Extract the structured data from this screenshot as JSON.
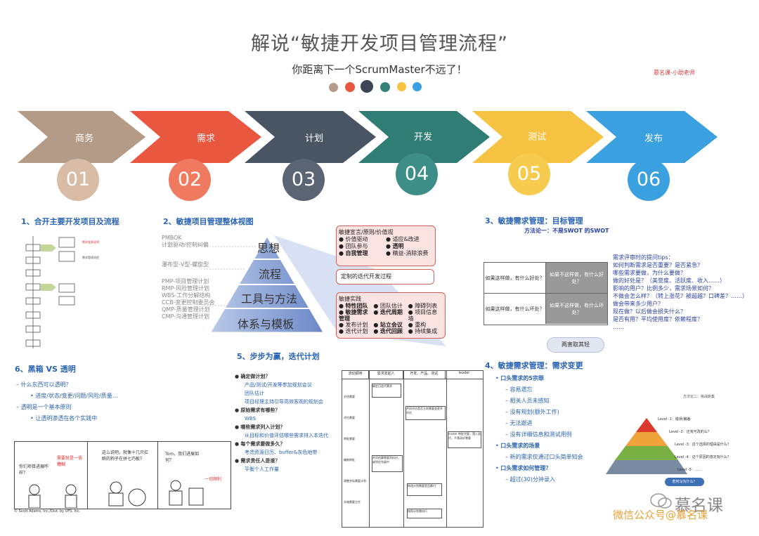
{
  "title": "解说“敏捷开发项目管理流程”",
  "subtitle": "你距离下一个ScrumMaster不远了！",
  "brand": "慕名课-小助老师",
  "colors": [
    "#b49b87",
    "#e9573f",
    "#3c4654",
    "#36807a",
    "#f5c242",
    "#3aa0e0"
  ],
  "stages": [
    {
      "label": "商务",
      "num": "01",
      "color": "#b49b87"
    },
    {
      "label": "需求",
      "num": "02",
      "color": "#e9573f"
    },
    {
      "label": "计划",
      "num": "03",
      "color": "#4a5563"
    },
    {
      "label": "开发",
      "num": "04",
      "color": "#2f7d75"
    },
    {
      "label": "测试",
      "num": "05",
      "color": "#f5c242"
    },
    {
      "label": "发布",
      "num": "06",
      "color": "#3aa0e0"
    }
  ],
  "sections": {
    "s1": "1、合开主要开发项目及流程",
    "s2": "2、敏捷项目管理整体视图",
    "s3": "3、敏捷需求管理：目标管理",
    "s3sub": "方法论一：不是SWOT 的SWOT",
    "s4": "4、敏捷需求管理：需求变更",
    "s5": "5、步步为赢，迭代计划",
    "s6": "6、黑箱 VS 透明"
  },
  "pyramid": {
    "left_labels": [
      "PMBOK",
      "计划驱动/控制纠偏",
      "瀑布型-V型-螺旋型",
      "PMP-项目管理计划",
      "RMP-风险管理计划",
      "WBS-工作分解结构",
      "CCB-变更控制委员会",
      "QMP-质量管理计划",
      "CMP-沟通管理计划"
    ],
    "layers": [
      "思想",
      "流程",
      "工具与方法",
      "体系与模板"
    ],
    "box1_title": "敏捷宣言/原则/价值观",
    "box1_items": [
      "价值驱动",
      "适应&改进",
      "团队参与",
      "透明",
      "自我管理",
      "精益-消除浪费"
    ],
    "box2": "定制的迭代开发过程",
    "box3_title": "敏捷实践",
    "box3_items": [
      "特性团队",
      "团队估计",
      "障碍列表",
      "敏捷需求管理",
      "迭代周期",
      "项目信息墙",
      "发布计划",
      "站立会议",
      "重构",
      "迭代计划",
      "迭代回顾",
      "持续集成"
    ]
  },
  "swot": {
    "cells": [
      "如果这样做，有什么好处？",
      "如果不这样做，有什么好处？",
      "如果这样做，有什么坏处？",
      "如果不这样做，有什么坏处？"
    ],
    "cloud": "两害取其轻"
  },
  "tips": [
    "需求评审时的提问tips：",
    "如何判断需求是否重要？是否紧急？",
    "哪些需求要做，为什么要做？",
    "做的好处是？（美誉度、活跃度、收入……）",
    "影响的用户？比例多少，需求场景如何？",
    "不做会怎么样？（转上涨花？被超越？口碑差？……）",
    "做会带来多少用户？",
    "现在做？以后做会损失什么？",
    "是否有用？平均使用度？依赖程度？",
    "……"
  ],
  "req_change": [
    "口头需求的5宗罪",
    "容易遗忘",
    "相关人员未感知",
    "没有规划(额外工作)",
    "无法跟进",
    "没有详细信息和测试用例",
    "口头需求的场景",
    "新的需求仅通过口头简单知会",
    "口头需求如何管理？",
    "超过(30)分钟录入"
  ],
  "iteration": [
    "确定做计划？",
    "产品/测试/开发等参加规划会议",
    "团队估计",
    "项目经理主持引导高效客观的规划会",
    "原始需求有哪些？",
    "WBS",
    "哪些需求列入计划？",
    "从目标和价值评估哪些需求排入本迭代",
    "每个需求要做多久？",
    "考虑资源日历、buffer&灰色地带",
    "需求责任人是谁？",
    "平衡个人工作量"
  ],
  "flow_header": [
    "流动顺序",
    "需求发起人",
    "开发、产品、测试",
    "leader"
  ],
  "flow_steps": [
    "交给需要",
    "评估需要",
    "审批需要",
    "编制审批",
    "调整并标需要计划",
    "实施需要主任"
  ],
  "flow_boxes": [
    "确定日迭代需求",
    "共同评估是否立刻需要变更并评估",
    "leader 审批完要，落入迭代，不落选好需要",
    "共同估算需要资料对，或则优先级中",
    "修改计划需要是否都付",
    "按照计划需执行"
  ],
  "blackbox": [
    "什么东西可以透明？",
    "进度/状态/变更/问题/风险/质量…",
    "透明是一个基本原则",
    "让透明渗透在各个实践中"
  ],
  "comic": {
    "left": "你们项目进展咋样？",
    "right": "需要就是一悟糟糊",
    "mid": "这么说吧。就像十几只扛醉的狗子在拼七巧板？",
    "tom": "Tom，我们进展如何？",
    "tom2": "一切顺利",
    "credit": "© Scott Adams, Inc./Dist. by UFS, Inc."
  },
  "pyramid2": {
    "title": "方法论二：挑战斯集",
    "levels": [
      "Level -1：错误/偏差",
      "Level -2：还有可改的么？",
      "Level -3：这个选择的理由是什么？",
      "Level -4：这个原因的落定有什么？",
      "Level -5：......"
    ],
    "note": "若何马为什么？"
  },
  "watermark": "微信公众号@慕名课",
  "watermark2": "慕名课"
}
